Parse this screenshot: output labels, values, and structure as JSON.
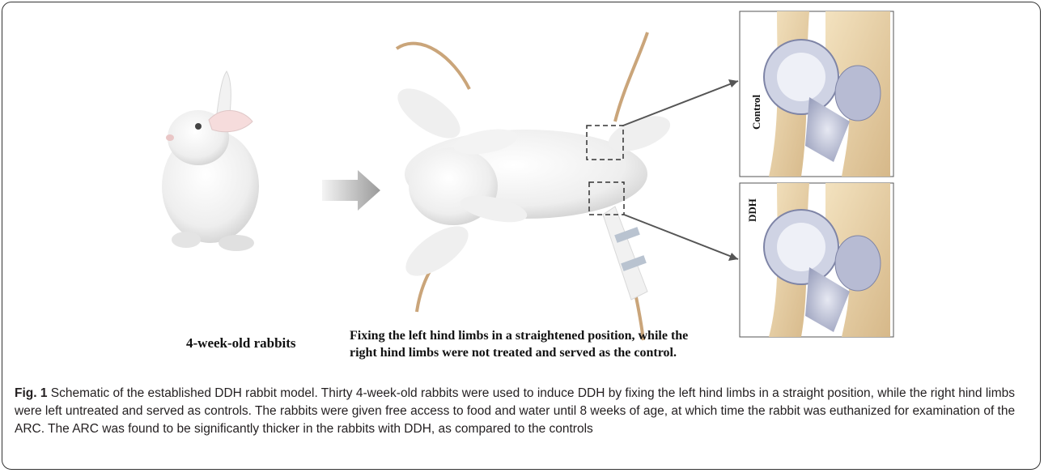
{
  "figure": {
    "left_label": "4-week-old rabbits",
    "middle_label_line1": "Fixing the left hind limbs in a straightened position, while the",
    "middle_label_line2": "right hind limbs were not treated and served as the control.",
    "panel_top_label": "Control",
    "panel_bottom_label": "DDH"
  },
  "caption": {
    "fig_number": "Fig. 1",
    "text": " Schematic of the established DDH rabbit model. Thirty 4-week-old rabbits were used to induce DDH by fixing the left hind limbs in a straight position, while the right hind limbs were left untreated and served as controls. The rabbits were given free access to food and water until 8 weeks of age, at which time the rabbit was euthanized for examination of the ARC. The ARC was found to be significantly thicker in the rabbits with DDH, as compared to the controls"
  }
}
